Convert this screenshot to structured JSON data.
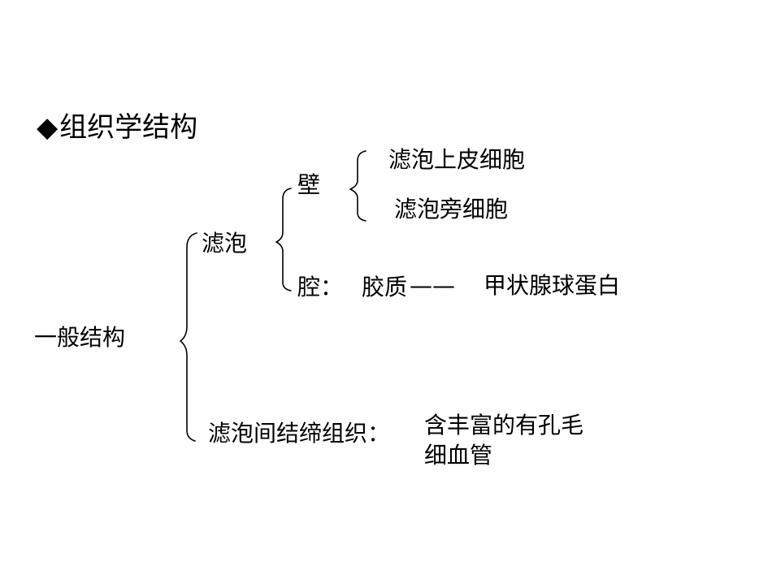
{
  "title": {
    "bullet": "◆",
    "text": "组织学结构"
  },
  "diagram": {
    "root": "一般结构",
    "follicle": "滤泡",
    "wall": "壁",
    "wall_items": [
      "滤泡上皮细胞",
      "滤泡旁细胞"
    ],
    "cavity": "腔：",
    "colloid": "胶质",
    "dash": "——",
    "thyroglobulin": "甲状腺球蛋白",
    "interfollicular": "滤泡间结缔组织：",
    "capillary_line1": "含丰富的有孔毛",
    "capillary_line2": "细血管"
  }
}
